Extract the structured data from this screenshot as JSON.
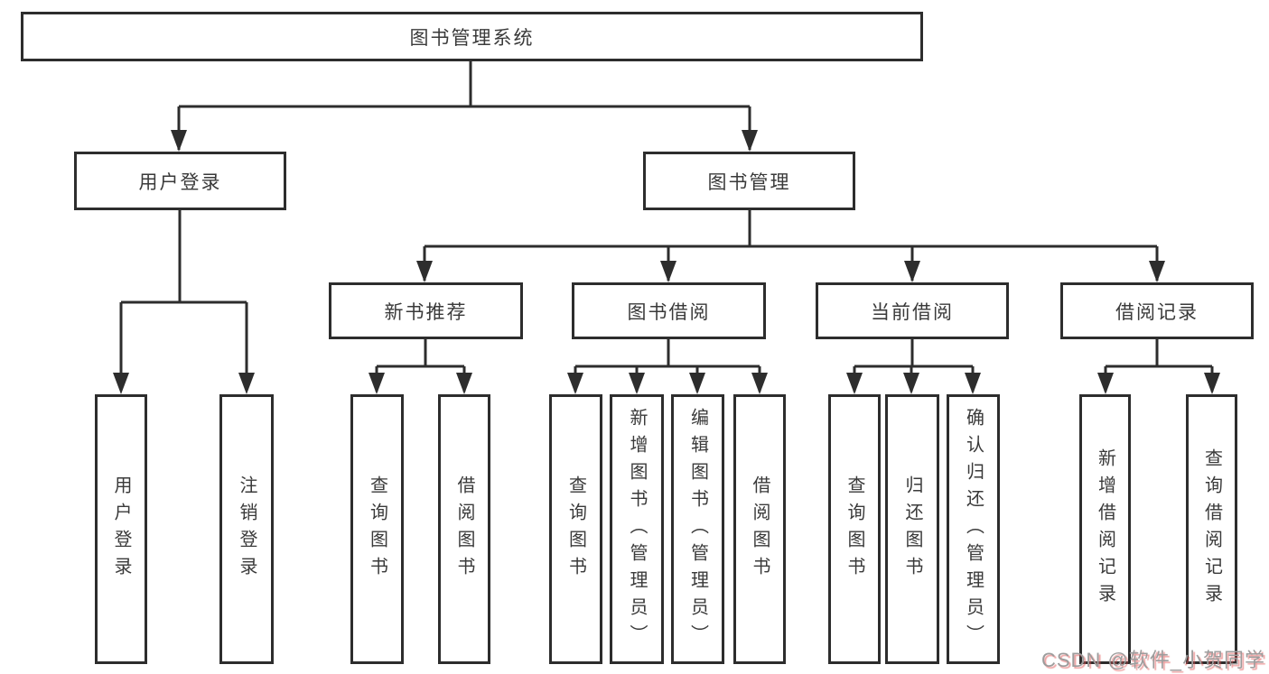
{
  "colors": {
    "background": "#ffffff",
    "line": "#2d2d2d",
    "text": "#3a3a3a",
    "watermark_text": "#9c9c9c",
    "watermark_shadow": "rgba(224,82,82,0.55)"
  },
  "watermark": {
    "text": "CSDN @软件_小贺同学"
  },
  "tree": {
    "label": "图书管理系统",
    "children": [
      {
        "label": "用户登录",
        "children": [
          {
            "label": "用户登录"
          },
          {
            "label": "注销登录"
          }
        ]
      },
      {
        "label": "图书管理",
        "children": [
          {
            "label": "新书推荐",
            "children": [
              {
                "label": "查询图书"
              },
              {
                "label": "借阅图书"
              }
            ]
          },
          {
            "label": "图书借阅",
            "children": [
              {
                "label": "查询图书"
              },
              {
                "label": "新增图书（管理员）"
              },
              {
                "label": "编辑图书（管理员）"
              },
              {
                "label": "借阅图书"
              }
            ]
          },
          {
            "label": "当前借阅",
            "children": [
              {
                "label": "查询图书"
              },
              {
                "label": "归还图书"
              },
              {
                "label": "确认归还（管理员）"
              }
            ]
          },
          {
            "label": "借阅记录",
            "children": [
              {
                "label": "新增借阅记录"
              },
              {
                "label": "查询借阅记录"
              }
            ]
          }
        ]
      }
    ]
  }
}
